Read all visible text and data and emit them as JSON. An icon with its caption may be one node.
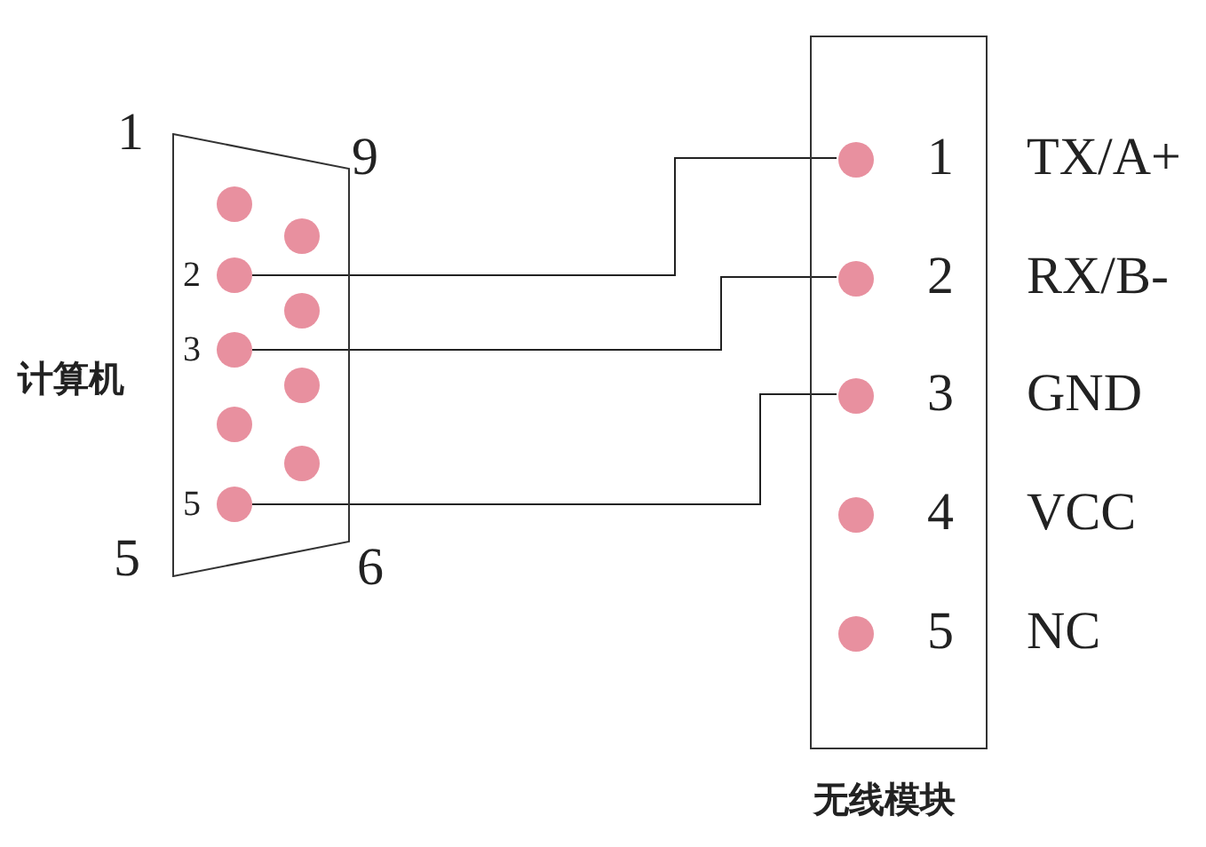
{
  "diagram": {
    "nodes": [
      {
        "text": [],
        "shape": "trapezoid",
        "beside": [
          "计算机"
        ]
      },
      {
        "text": [],
        "shape": "circle",
        "in": 0
      },
      {
        "text": [],
        "shape": "circle",
        "in": 0,
        "beside": [
          "2"
        ]
      },
      {
        "text": [],
        "shape": "circle",
        "in": 0,
        "beside": [
          "3"
        ]
      },
      {
        "text": [],
        "shape": "circle",
        "in": 0
      },
      {
        "text": [],
        "shape": "circle",
        "in": 0,
        "beside": [
          "5"
        ]
      },
      {
        "text": [],
        "shape": "circle",
        "in": 0
      },
      {
        "text": [],
        "shape": "circle",
        "in": 0
      },
      {
        "text": [],
        "shape": "circle",
        "in": 0
      },
      {
        "text": [],
        "shape": "circle",
        "in": 0
      },
      {
        "text": [],
        "shape": "box",
        "beside": [
          "无线模块"
        ]
      },
      {
        "text": [],
        "shape": "circle",
        "in": 10,
        "beside": [
          "1",
          "TX/A+"
        ]
      },
      {
        "text": [],
        "shape": "circle",
        "in": 10,
        "beside": [
          "2",
          "RX/B-"
        ]
      },
      {
        "text": [],
        "shape": "circle",
        "in": 10,
        "beside": [
          "3",
          "GND"
        ]
      },
      {
        "text": [],
        "shape": "circle",
        "in": 10,
        "beside": [
          "4",
          "VCC"
        ]
      },
      {
        "text": [],
        "shape": "circle",
        "in": 10,
        "beside": [
          "5",
          "NC"
        ]
      }
    ],
    "edges": [
      {
        "from": 2,
        "to": 11,
        "arrow": "none"
      },
      {
        "from": 3,
        "to": 12,
        "arrow": "none"
      },
      {
        "from": 5,
        "to": 13,
        "arrow": "none"
      }
    ],
    "labels": [
      "1",
      "9",
      "5",
      "6"
    ]
  }
}
